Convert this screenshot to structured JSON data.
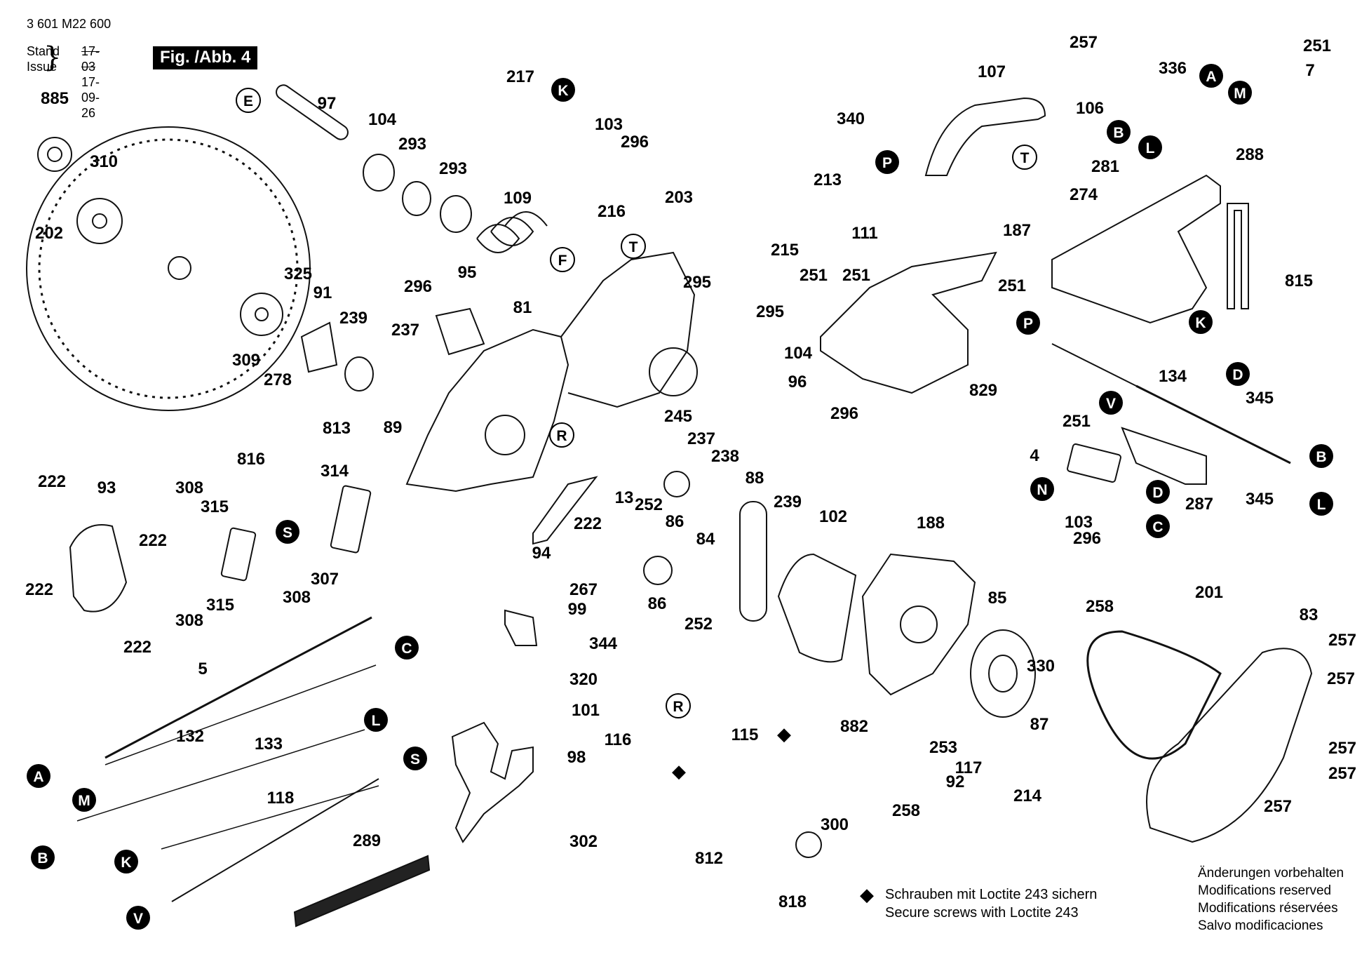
{
  "header": {
    "doc_number": "3 601 M22 600",
    "stand_label": "Stand",
    "issue_label": "Issue",
    "stand_value": "17-03",
    "issue_value": "17-09-26",
    "figure_label": "Fig. /Abb. 4"
  },
  "loctite_note": {
    "symbol": "◆ =",
    "line1": "Schrauben mit Loctite 243 sichern",
    "line2": "Secure screws with Loctite 243"
  },
  "modifications_note": [
    "Änderungen vorbehalten",
    "Modifications reserved",
    "Modifications réservées",
    "Salvo modificaciones"
  ],
  "part_numbers": [
    "885",
    "310",
    "202",
    "97",
    "104",
    "293",
    "293",
    "217",
    "103",
    "296",
    "203",
    "216",
    "109",
    "325",
    "91",
    "239",
    "309",
    "278",
    "237",
    "296",
    "95",
    "81",
    "89",
    "813",
    "816",
    "314",
    "222",
    "93",
    "222",
    "222",
    "308",
    "315",
    "315",
    "308",
    "307",
    "308",
    "222",
    "13",
    "252",
    "237",
    "238",
    "86",
    "84",
    "94",
    "222",
    "88",
    "239",
    "86",
    "252",
    "267",
    "99",
    "344",
    "320",
    "101",
    "98",
    "302",
    "5",
    "132",
    "133",
    "118",
    "289",
    "116",
    "115",
    "812",
    "818",
    "300",
    "245",
    "96",
    "296",
    "104",
    "295",
    "295",
    "215",
    "213",
    "102",
    "188",
    "882",
    "85",
    "87",
    "330",
    "253",
    "117",
    "92",
    "214",
    "258",
    "258",
    "103",
    "296",
    "201",
    "83",
    "257",
    "257",
    "257",
    "257",
    "257",
    "107",
    "106",
    "340",
    "111",
    "251",
    "251",
    "251",
    "187",
    "257",
    "829",
    "336",
    "7",
    "251",
    "281",
    "288",
    "274",
    "815",
    "134",
    "345",
    "345",
    "251",
    "4",
    "287"
  ],
  "callout_letters": [
    "E",
    "K",
    "F",
    "T",
    "R",
    "S",
    "C",
    "L",
    "A",
    "M",
    "B",
    "K",
    "S",
    "V",
    "P",
    "T",
    "P",
    "A",
    "M",
    "B",
    "L",
    "K",
    "D",
    "V",
    "N",
    "D",
    "C",
    "B",
    "L",
    "R"
  ],
  "loctite_marker": "◆"
}
